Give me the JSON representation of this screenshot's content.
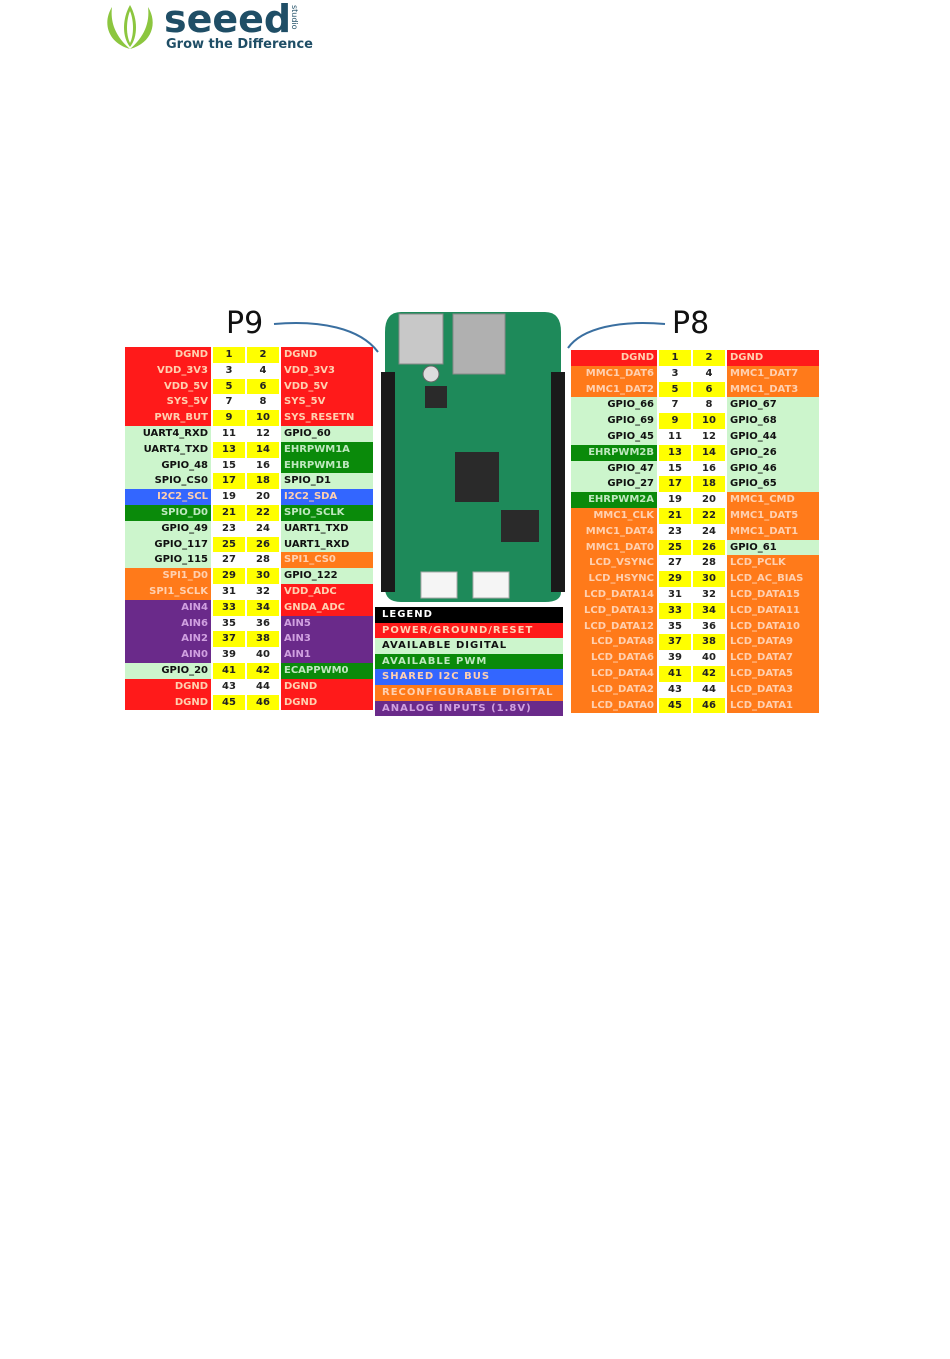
{
  "logo": {
    "brand": "seeed",
    "tagline": "Grow the Difference",
    "studio": "studio"
  },
  "colors": {
    "red": "#ff1a1a",
    "light_green": "#ccf5cc",
    "dark_green": "#0a8a0a",
    "blue": "#3366ff",
    "orange": "#ff7a1a",
    "purple": "#6a2a8a",
    "black": "#000000"
  },
  "p9": {
    "title": "P9",
    "rows": [
      {
        "l": "DGND",
        "lc": "red",
        "n1": "1",
        "n2": "2",
        "y": true,
        "r": "DGND",
        "rc": "red"
      },
      {
        "l": "VDD_3V3",
        "lc": "red",
        "n1": "3",
        "n2": "4",
        "y": false,
        "r": "VDD_3V3",
        "rc": "red"
      },
      {
        "l": "VDD_5V",
        "lc": "red",
        "n1": "5",
        "n2": "6",
        "y": true,
        "r": "VDD_5V",
        "rc": "red"
      },
      {
        "l": "SYS_5V",
        "lc": "red",
        "n1": "7",
        "n2": "8",
        "y": false,
        "r": "SYS_5V",
        "rc": "red"
      },
      {
        "l": "PWR_BUT",
        "lc": "red",
        "n1": "9",
        "n2": "10",
        "y": true,
        "r": "SYS_RESETN",
        "rc": "red"
      },
      {
        "l": "UART4_RXD",
        "lc": "light_green",
        "n1": "11",
        "n2": "12",
        "y": false,
        "r": "GPIO_60",
        "rc": "light_green"
      },
      {
        "l": "UART4_TXD",
        "lc": "light_green",
        "n1": "13",
        "n2": "14",
        "y": true,
        "r": "EHRPWM1A",
        "rc": "dark_green"
      },
      {
        "l": "GPIO_48",
        "lc": "light_green",
        "n1": "15",
        "n2": "16",
        "y": false,
        "r": "EHRPWM1B",
        "rc": "dark_green"
      },
      {
        "l": "SPIO_CS0",
        "lc": "light_green",
        "n1": "17",
        "n2": "18",
        "y": true,
        "r": "SPIO_D1",
        "rc": "light_green"
      },
      {
        "l": "I2C2_SCL",
        "lc": "blue",
        "n1": "19",
        "n2": "20",
        "y": false,
        "r": "I2C2_SDA",
        "rc": "blue"
      },
      {
        "l": "SPIO_D0",
        "lc": "dark_green",
        "n1": "21",
        "n2": "22",
        "y": true,
        "r": "SPIO_SCLK",
        "rc": "dark_green"
      },
      {
        "l": "GPIO_49",
        "lc": "light_green",
        "n1": "23",
        "n2": "24",
        "y": false,
        "r": "UART1_TXD",
        "rc": "light_green"
      },
      {
        "l": "GPIO_117",
        "lc": "light_green",
        "n1": "25",
        "n2": "26",
        "y": true,
        "r": "UART1_RXD",
        "rc": "light_green"
      },
      {
        "l": "GPIO_115",
        "lc": "light_green",
        "n1": "27",
        "n2": "28",
        "y": false,
        "r": "SPI1_CS0",
        "rc": "orange"
      },
      {
        "l": "SPI1_D0",
        "lc": "orange",
        "n1": "29",
        "n2": "30",
        "y": true,
        "r": "GPIO_122",
        "rc": "light_green"
      },
      {
        "l": "SPI1_SCLK",
        "lc": "orange",
        "n1": "31",
        "n2": "32",
        "y": false,
        "r": "VDD_ADC",
        "rc": "red"
      },
      {
        "l": "AIN4",
        "lc": "purple",
        "n1": "33",
        "n2": "34",
        "y": true,
        "r": "GNDA_ADC",
        "rc": "red"
      },
      {
        "l": "AIN6",
        "lc": "purple",
        "n1": "35",
        "n2": "36",
        "y": false,
        "r": "AIN5",
        "rc": "purple"
      },
      {
        "l": "AIN2",
        "lc": "purple",
        "n1": "37",
        "n2": "38",
        "y": true,
        "r": "AIN3",
        "rc": "purple"
      },
      {
        "l": "AIN0",
        "lc": "purple",
        "n1": "39",
        "n2": "40",
        "y": false,
        "r": "AIN1",
        "rc": "purple"
      },
      {
        "l": "GPIO_20",
        "lc": "light_green",
        "n1": "41",
        "n2": "42",
        "y": true,
        "r": "ECAPPWM0",
        "rc": "dark_green"
      },
      {
        "l": "DGND",
        "lc": "red",
        "n1": "43",
        "n2": "44",
        "y": false,
        "r": "DGND",
        "rc": "red"
      },
      {
        "l": "DGND",
        "lc": "red",
        "n1": "45",
        "n2": "46",
        "y": true,
        "r": "DGND",
        "rc": "red"
      }
    ]
  },
  "p8": {
    "title": "P8",
    "rows": [
      {
        "l": "DGND",
        "lc": "red",
        "n1": "1",
        "n2": "2",
        "y": true,
        "r": "DGND",
        "rc": "red"
      },
      {
        "l": "MMC1_DAT6",
        "lc": "orange",
        "n1": "3",
        "n2": "4",
        "y": false,
        "r": "MMC1_DAT7",
        "rc": "orange"
      },
      {
        "l": "MMC1_DAT2",
        "lc": "orange",
        "n1": "5",
        "n2": "6",
        "y": true,
        "r": "MMC1_DAT3",
        "rc": "orange"
      },
      {
        "l": "GPIO_66",
        "lc": "light_green",
        "n1": "7",
        "n2": "8",
        "y": false,
        "r": "GPIO_67",
        "rc": "light_green"
      },
      {
        "l": "GPIO_69",
        "lc": "light_green",
        "n1": "9",
        "n2": "10",
        "y": true,
        "r": "GPIO_68",
        "rc": "light_green"
      },
      {
        "l": "GPIO_45",
        "lc": "light_green",
        "n1": "11",
        "n2": "12",
        "y": false,
        "r": "GPIO_44",
        "rc": "light_green"
      },
      {
        "l": "EHRPWM2B",
        "lc": "dark_green",
        "n1": "13",
        "n2": "14",
        "y": true,
        "r": "GPIO_26",
        "rc": "light_green"
      },
      {
        "l": "GPIO_47",
        "lc": "light_green",
        "n1": "15",
        "n2": "16",
        "y": false,
        "r": "GPIO_46",
        "rc": "light_green"
      },
      {
        "l": "GPIO_27",
        "lc": "light_green",
        "n1": "17",
        "n2": "18",
        "y": true,
        "r": "GPIO_65",
        "rc": "light_green"
      },
      {
        "l": "EHRPWM2A",
        "lc": "dark_green",
        "n1": "19",
        "n2": "20",
        "y": false,
        "r": "MMC1_CMD",
        "rc": "orange"
      },
      {
        "l": "MMC1_CLK",
        "lc": "orange",
        "n1": "21",
        "n2": "22",
        "y": true,
        "r": "MMC1_DAT5",
        "rc": "orange"
      },
      {
        "l": "MMC1_DAT4",
        "lc": "orange",
        "n1": "23",
        "n2": "24",
        "y": false,
        "r": "MMC1_DAT1",
        "rc": "orange"
      },
      {
        "l": "MMC1_DAT0",
        "lc": "orange",
        "n1": "25",
        "n2": "26",
        "y": true,
        "r": "GPIO_61",
        "rc": "light_green"
      },
      {
        "l": "LCD_VSYNC",
        "lc": "orange",
        "n1": "27",
        "n2": "28",
        "y": false,
        "r": "LCD_PCLK",
        "rc": "orange"
      },
      {
        "l": "LCD_HSYNC",
        "lc": "orange",
        "n1": "29",
        "n2": "30",
        "y": true,
        "r": "LCD_AC_BIAS",
        "rc": "orange"
      },
      {
        "l": "LCD_DATA14",
        "lc": "orange",
        "n1": "31",
        "n2": "32",
        "y": false,
        "r": "LCD_DATA15",
        "rc": "orange"
      },
      {
        "l": "LCD_DATA13",
        "lc": "orange",
        "n1": "33",
        "n2": "34",
        "y": true,
        "r": "LCD_DATA11",
        "rc": "orange"
      },
      {
        "l": "LCD_DATA12",
        "lc": "orange",
        "n1": "35",
        "n2": "36",
        "y": false,
        "r": "LCD_DATA10",
        "rc": "orange"
      },
      {
        "l": "LCD_DATA8",
        "lc": "orange",
        "n1": "37",
        "n2": "38",
        "y": true,
        "r": "LCD_DATA9",
        "rc": "orange"
      },
      {
        "l": "LCD_DATA6",
        "lc": "orange",
        "n1": "39",
        "n2": "40",
        "y": false,
        "r": "LCD_DATA7",
        "rc": "orange"
      },
      {
        "l": "LCD_DATA4",
        "lc": "orange",
        "n1": "41",
        "n2": "42",
        "y": true,
        "r": "LCD_DATA5",
        "rc": "orange"
      },
      {
        "l": "LCD_DATA2",
        "lc": "orange",
        "n1": "43",
        "n2": "44",
        "y": false,
        "r": "LCD_DATA3",
        "rc": "orange"
      },
      {
        "l": "LCD_DATA0",
        "lc": "orange",
        "n1": "45",
        "n2": "46",
        "y": true,
        "r": "LCD_DATA1",
        "rc": "orange"
      }
    ]
  },
  "legend": [
    {
      "text": "LEGEND",
      "color": "black"
    },
    {
      "text": "POWER/GROUND/RESET",
      "color": "red"
    },
    {
      "text": "AVAILABLE DIGITAL",
      "color": "light_green"
    },
    {
      "text": "AVAILABLE PWM",
      "color": "dark_green"
    },
    {
      "text": "SHARED I2C BUS",
      "color": "blue"
    },
    {
      "text": "RECONFIGURABLE DIGITAL",
      "color": "orange"
    },
    {
      "text": "ANALOG INPUTS (1.8V)",
      "color": "purple"
    }
  ]
}
